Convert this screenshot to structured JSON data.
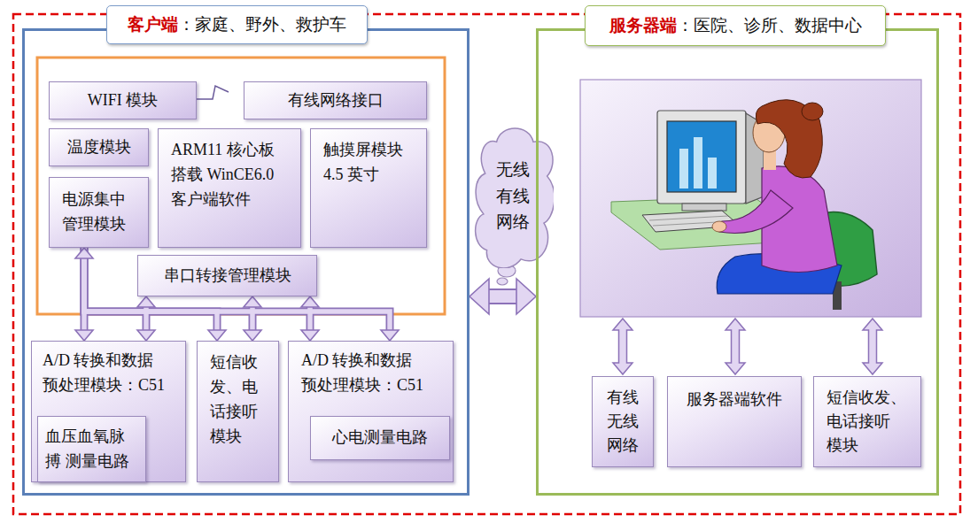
{
  "diagram": {
    "nodes": [
      {
        "text": [
          "客户端",
          "：家庭、野外、救护车"
        ]
      },
      {
        "text": [
          "WIFI 模块"
        ],
        "in": 0
      },
      {
        "text": [
          "有线网络接口"
        ],
        "in": 0
      },
      {
        "text": [
          "温度模块"
        ],
        "in": 0
      },
      {
        "text": [
          "ARM11 核心板 搭载 WinCE6.0 客户端软件"
        ],
        "in": 0
      },
      {
        "text": [
          "触摸屏模块 4.5 英寸"
        ],
        "in": 0
      },
      {
        "text": [
          "电源集中 管理模块"
        ],
        "in": 0
      },
      {
        "text": [
          "串口转接管理模块"
        ],
        "in": 0
      },
      {
        "text": [
          "A/D 转换和数据 预处理模块：C51"
        ],
        "in": 0
      },
      {
        "text": [
          "血压血氧脉搏 测量电路"
        ],
        "in": 8
      },
      {
        "text": [
          "短信收 发、电 话接听 模块"
        ],
        "in": 0
      },
      {
        "text": [
          "A/D 转换和数据 预处理模块：C51"
        ],
        "in": 0
      },
      {
        "text": [
          "心电测量电路"
        ],
        "in": 11
      },
      {
        "text": [
          "无线 有线 网络"
        ]
      },
      {
        "text": [
          "服务器端",
          "：医院、诊所、数据中心"
        ]
      },
      {
        "text": [
          "有线 无线 网络"
        ],
        "in": 14
      },
      {
        "text": [
          "服务器端软件"
        ],
        "in": 14
      },
      {
        "text": [
          "短信收发、 电话接听 模块"
        ],
        "in": 14
      }
    ],
    "edges": [
      {
        "from": 6,
        "to": 8,
        "arrow": "both"
      },
      {
        "from": 6,
        "to": 10,
        "arrow": "to"
      },
      {
        "from": 6,
        "to": 11,
        "arrow": "to"
      },
      {
        "from": 7,
        "to": 8,
        "arrow": "both"
      },
      {
        "from": 7,
        "to": 10,
        "arrow": "both"
      },
      {
        "from": 7,
        "to": 11,
        "arrow": "both"
      },
      {
        "from": 0,
        "to": 14,
        "arrow": "both"
      }
    ]
  }
}
